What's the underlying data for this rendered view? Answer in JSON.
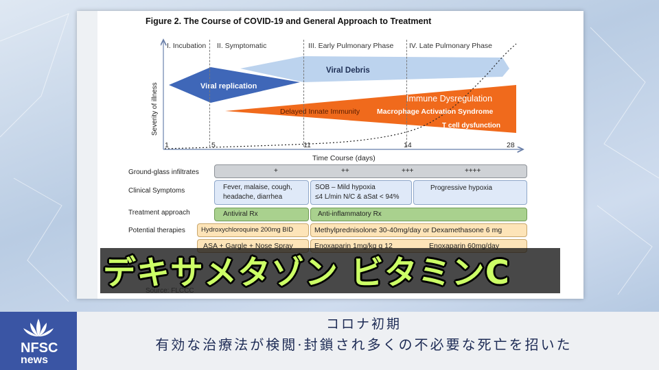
{
  "figure": {
    "title": "Figure 2. The Course of COVID-19 and General Approach to Treatment",
    "phases": [
      "I. Incubation",
      "II. Symptomatic",
      "III. Early Pulmonary Phase",
      "IV. Late Pulmonary Phase"
    ],
    "y_label": "Severity of illness",
    "x_label": "Time Course (days)",
    "x_ticks": [
      "1",
      "5",
      "11",
      "14",
      "28"
    ],
    "viral_debris": "Viral Debris",
    "viral_replication": "Viral replication",
    "immune_dysregulation": "Immune Dysregulation",
    "delayed_innate": "Delayed Innate Immunity",
    "macrophage": "Macrophage Activation Syndrome",
    "t_cell": "T cell dysfunction",
    "colors": {
      "blue_dark": "#3f67b8",
      "blue_light": "#bcd3ee",
      "orange": "#f06a1c"
    }
  },
  "table": {
    "ground_glass": {
      "label": "Ground-glass infiltrates",
      "values": [
        "+",
        "++",
        "+++",
        "++++"
      ]
    },
    "clinical": {
      "label": "Clinical Symptoms",
      "box1": [
        "Fever, malaise, cough,",
        "headache, diarrhea"
      ],
      "box2": [
        "SOB – Mild hypoxia",
        "≤4 L/min N/C & aSat < 94%"
      ],
      "box3": "Progressive hypoxia"
    },
    "treatment": {
      "label": "Treatment approach",
      "antiviral": "Antiviral Rx",
      "anti_inflammatory": "Anti-inflammatory Rx"
    },
    "therapies": {
      "label": "Potential therapies",
      "hcq": "Hydroxychloroquine 200mg BID",
      "methyl": "Methylprednisolone 30-40mg/day or Dexamethasone 6 mg",
      "asa": "ASA  + Gargle + Nose Spray",
      "enox1": "Enoxaparin 1mg/kg q 12",
      "enox2": "Enoxaparin 60mg/day"
    },
    "source": "Source: FLCCC"
  },
  "caption": {
    "text": "デキサメタゾン ビタミンC"
  },
  "logo": {
    "line1": "NFSC",
    "line2": "news"
  },
  "subtitle": {
    "line1": "コロナ初期",
    "line2": "有効な治療法が検閲·封鎖され多くの不必要な死亡を招いた"
  }
}
